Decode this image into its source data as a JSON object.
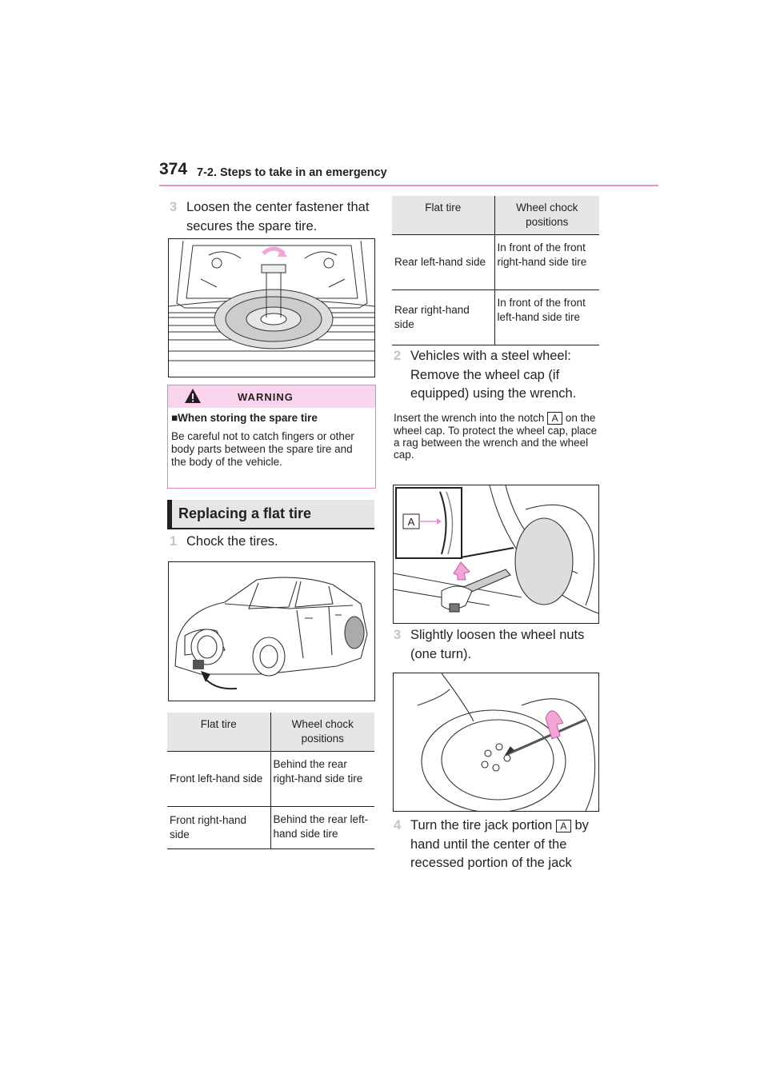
{
  "header": {
    "page_number": "374",
    "section": "7-2. Steps to take in an emergency"
  },
  "left": {
    "step3": {
      "num": "3",
      "text": "Loosen the center fastener that secures the spare tire."
    },
    "warning": {
      "title": "WARNING",
      "subtitle": "■When storing the spare tire",
      "body": "Be careful not to catch fingers or other body parts between the spare tire and the body of the vehicle."
    },
    "heading": "Replacing a flat tire",
    "step1": {
      "num": "1",
      "text": "Chock the tires."
    },
    "table": {
      "headers": [
        "Flat tire",
        "Wheel chock positions"
      ],
      "rows": [
        [
          "Front left-hand side",
          "Behind the rear right-hand side tire"
        ],
        [
          "Front right-hand side",
          "Behind the rear left-hand side tire"
        ]
      ]
    }
  },
  "right": {
    "table": {
      "headers": [
        "Flat tire",
        "Wheel chock positions"
      ],
      "rows": [
        [
          "Rear left-hand side",
          "In front of the front right-hand side tire"
        ],
        [
          "Rear right-hand side",
          "In front of the front left-hand side tire"
        ]
      ]
    },
    "step2": {
      "num": "2",
      "text": "Vehicles with a steel wheel: Remove the wheel cap (if equipped) using the wrench."
    },
    "note": {
      "line1": "Insert the wrench into the notch",
      "label": "A",
      "rest": "on the wheel cap. To protect the wheel cap, place a rag between the wrench and the wheel cap."
    },
    "figure_label": "A",
    "step3": {
      "num": "3",
      "text": "Slightly loosen the wheel nuts (one turn)."
    },
    "step4": {
      "num": "4",
      "text_before": "Turn the tire jack portion",
      "label": "A",
      "text_after": "by hand until the center of the recessed portion of the jack"
    }
  },
  "colors": {
    "accent_pink": "#e88ed0",
    "warning_bg": "#fad4ee",
    "arrow_pink": "#f2a6d8",
    "table_header": "#e6e6e6"
  }
}
